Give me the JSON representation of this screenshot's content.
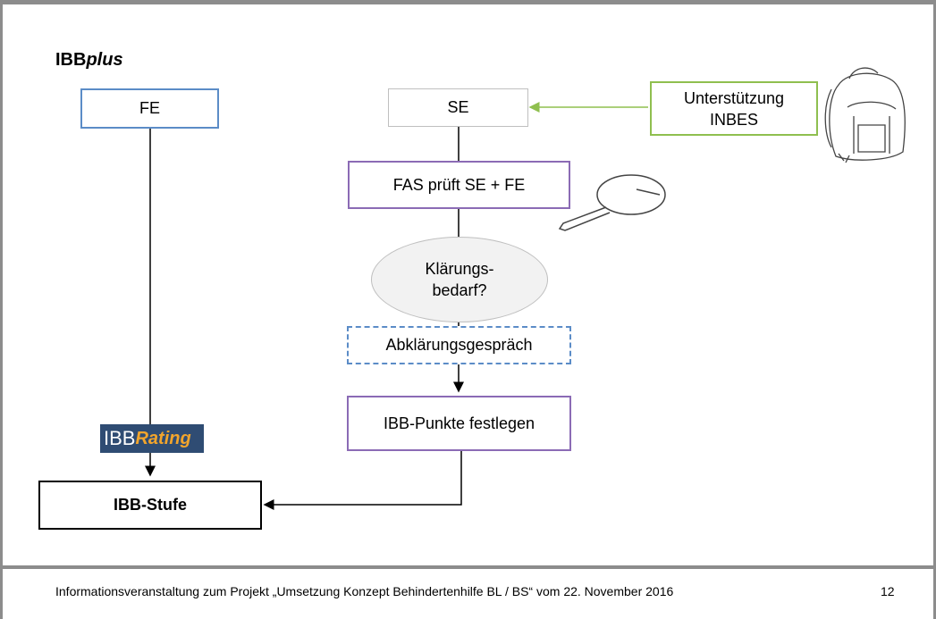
{
  "title": {
    "bold": "IBB",
    "italic": "plus"
  },
  "nodes": {
    "fe": "FE",
    "se": "SE",
    "support": {
      "line1": "Unterstützung",
      "line2": "INBES"
    },
    "fas": "FAS prüft SE + FE",
    "clarification": {
      "line1": "Klärungs-",
      "line2": "bedarf?"
    },
    "talk": "Abklärungsgespräch",
    "points": "IBB-Punkte festlegen",
    "stage": "IBB-Stufe"
  },
  "rating_logo": {
    "part1": "IBB",
    "part2": "Rating"
  },
  "footer": {
    "text": "Informationsveranstaltung zum Projekt „Umsetzung Konzept Behindertenhilfe BL / BS“ vom 22. November 2016",
    "page": "12"
  },
  "colors": {
    "blue": "#5b8cc7",
    "purple": "#8b6bb5",
    "green": "#8fbf4f",
    "rating_bg": "#2f4c73",
    "rating_accent": "#f2a52c"
  }
}
